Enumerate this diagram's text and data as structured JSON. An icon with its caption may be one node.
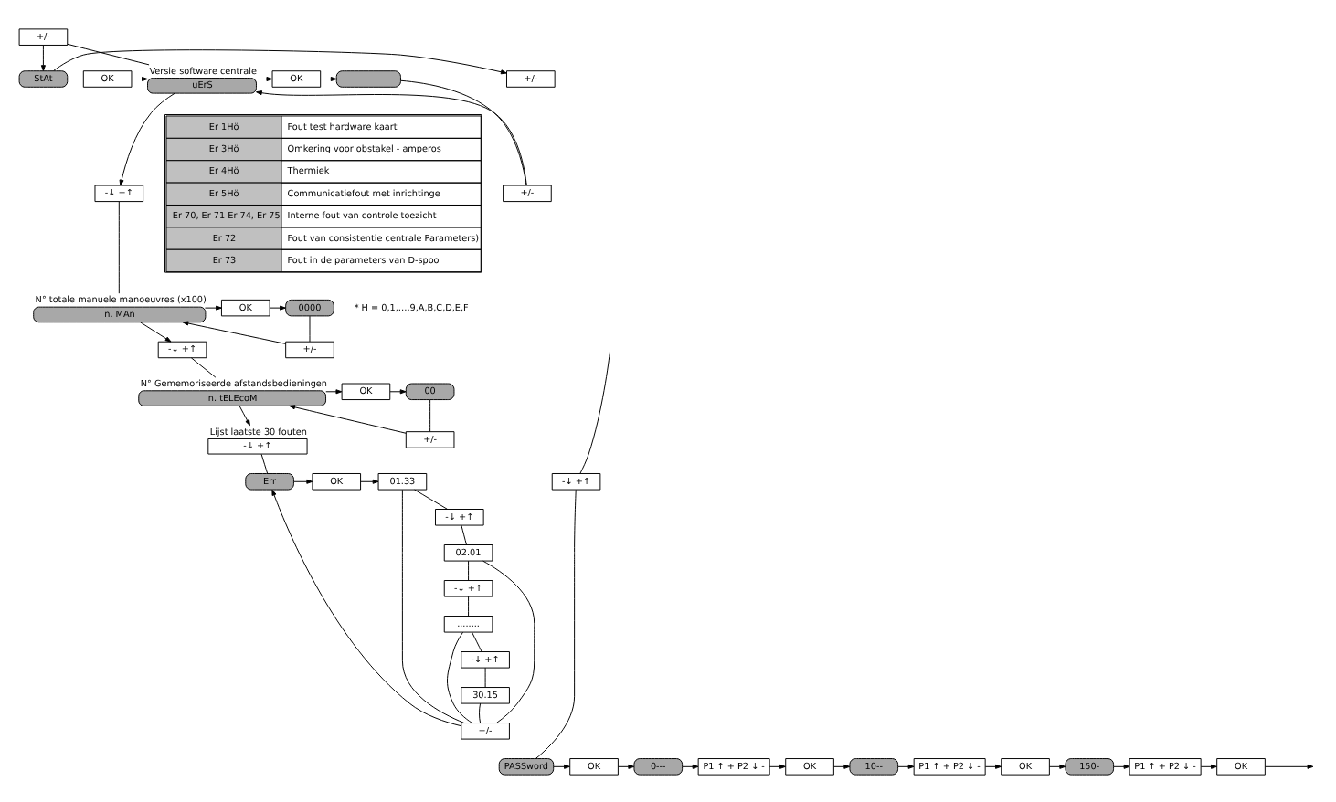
{
  "diagram": {
    "nodes": [
      {
        "text": [
          "+/-"
        ]
      },
      {
        "text": [
          "StAt"
        ]
      },
      {
        "text": [
          "+/-"
        ]
      },
      {
        "text": [
          "OK"
        ]
      },
      {
        "text": [
          "uErS"
        ],
        "beside": [
          "Versie software centrale"
        ]
      },
      {
        "text": [
          "OK"
        ]
      },
      {
        "text": [],
        "shape": "box"
      },
      {
        "text": [
          "+/-"
        ]
      },
      {
        "text": [
          "-↓ +↑"
        ]
      },
      {
        "text": [
          "n. MAn"
        ],
        "beside": [
          "N° totale manuele manoeuvres (x100)"
        ]
      },
      {
        "text": [
          "OK"
        ]
      },
      {
        "text": [
          "0000"
        ]
      },
      {
        "text": [
          "+/-"
        ]
      },
      {
        "text": [
          "-↓ +↑"
        ]
      },
      {
        "text": [
          "n. tELEcoM"
        ],
        "beside": [
          "N° Gememoriseerde afstandsbedieningen"
        ]
      },
      {
        "text": [
          "OK"
        ]
      },
      {
        "text": [
          "00"
        ]
      },
      {
        "text": [
          "+/-"
        ]
      },
      {
        "text": [
          "-↓ +↑"
        ],
        "beside": [
          "Lijst laatste 30 fouten"
        ]
      },
      {
        "text": [
          "Err"
        ]
      },
      {
        "text": [
          "OK"
        ]
      },
      {
        "text": [
          "01.33"
        ]
      },
      {
        "text": [
          "-↓ +↑"
        ]
      },
      {
        "text": [
          "02.01"
        ]
      },
      {
        "text": [
          "-↓ +↑"
        ]
      },
      {
        "text": [
          "........"
        ]
      },
      {
        "text": [
          "-↓ +↑"
        ]
      },
      {
        "text": [
          "30.15"
        ]
      },
      {
        "text": [
          "+/-"
        ]
      },
      {
        "text": [
          "-↓ +↑"
        ]
      },
      {
        "text": [
          "PASSword"
        ]
      },
      {
        "text": [
          "OK"
        ]
      },
      {
        "text": [
          "0---"
        ]
      },
      {
        "text": [
          "P1 ↑ + P2 ↓ -"
        ]
      },
      {
        "text": [
          "OK"
        ]
      },
      {
        "text": [
          "10--"
        ]
      },
      {
        "text": [
          "P1 ↑ + P2 ↓ -"
        ]
      },
      {
        "text": [
          "OK"
        ]
      },
      {
        "text": [
          "150-"
        ]
      },
      {
        "text": [
          "P1 ↑ + P2 ↓ -"
        ]
      },
      {
        "text": [
          "OK"
        ]
      }
    ],
    "edges": [
      {
        "from": 4,
        "to": 0,
        "arrow": "none"
      },
      {
        "from": 0,
        "to": 1,
        "arrow": "to"
      },
      {
        "from": 1,
        "to": 2,
        "arrow": "to"
      },
      {
        "from": 1,
        "to": 3,
        "arrow": "none"
      },
      {
        "from": 3,
        "to": 4,
        "arrow": "to"
      },
      {
        "from": 4,
        "to": 5,
        "arrow": "to"
      },
      {
        "from": 5,
        "to": 6,
        "arrow": "to"
      },
      {
        "from": 6,
        "to": 7,
        "arrow": "none"
      },
      {
        "from": 7,
        "to": 4,
        "arrow": "to"
      },
      {
        "from": 4,
        "to": 8,
        "arrow": "to"
      },
      {
        "from": 8,
        "to": 9,
        "arrow": "none"
      },
      {
        "from": 9,
        "to": 10,
        "arrow": "to"
      },
      {
        "from": 10,
        "to": 11,
        "arrow": "to"
      },
      {
        "from": 11,
        "to": 12,
        "arrow": "none"
      },
      {
        "from": 12,
        "to": 9,
        "arrow": "to"
      },
      {
        "from": 9,
        "to": 13,
        "arrow": "to"
      },
      {
        "from": 13,
        "to": 14,
        "arrow": "none"
      },
      {
        "from": 14,
        "to": 15,
        "arrow": "to"
      },
      {
        "from": 15,
        "to": 16,
        "arrow": "to"
      },
      {
        "from": 16,
        "to": 17,
        "arrow": "none"
      },
      {
        "from": 17,
        "to": 14,
        "arrow": "to"
      },
      {
        "from": 14,
        "to": 18,
        "arrow": "to"
      },
      {
        "from": 18,
        "to": 19,
        "arrow": "none"
      },
      {
        "from": 19,
        "to": 20,
        "arrow": "to"
      },
      {
        "from": 20,
        "to": 21,
        "arrow": "to"
      },
      {
        "from": 21,
        "to": 22,
        "arrow": "none"
      },
      {
        "from": 22,
        "to": 23,
        "arrow": "none"
      },
      {
        "from": 23,
        "to": 24,
        "arrow": "none"
      },
      {
        "from": 24,
        "to": 25,
        "arrow": "none"
      },
      {
        "from": 25,
        "to": 26,
        "arrow": "none"
      },
      {
        "from": 26,
        "to": 27,
        "arrow": "none"
      },
      {
        "from": 21,
        "to": 28,
        "arrow": "none"
      },
      {
        "from": 23,
        "to": 28,
        "arrow": "none"
      },
      {
        "from": 25,
        "to": 28,
        "arrow": "none"
      },
      {
        "from": 27,
        "to": 28,
        "arrow": "none"
      },
      {
        "from": 28,
        "to": 19,
        "arrow": "to"
      },
      {
        "from": null,
        "to": 29,
        "arrow": "none"
      },
      {
        "from": 29,
        "to": 30,
        "arrow": "none"
      },
      {
        "from": 30,
        "to": 31,
        "arrow": "to"
      },
      {
        "from": 31,
        "to": 32,
        "arrow": "to"
      },
      {
        "from": 32,
        "to": 33,
        "arrow": "to"
      },
      {
        "from": 33,
        "to": 34,
        "arrow": "to"
      },
      {
        "from": 34,
        "to": 35,
        "arrow": "to"
      },
      {
        "from": 35,
        "to": 36,
        "arrow": "to"
      },
      {
        "from": 36,
        "to": 37,
        "arrow": "to"
      },
      {
        "from": 37,
        "to": 38,
        "arrow": "to"
      },
      {
        "from": 38,
        "to": 39,
        "arrow": "to"
      },
      {
        "from": 39,
        "to": 40,
        "arrow": "to"
      },
      {
        "from": 40,
        "to": null,
        "arrow": "to"
      }
    ],
    "labels": [
      "Er 1Hö",
      "Fout test hardware kaart",
      "Er 3Hö",
      "Omkering voor obstakel - amperos",
      "Er 4Hö",
      "Thermiek",
      "Er 5Hö",
      "Communicatiefout met inrichtinge",
      "Er 70, Er 71 Er 74, Er 75",
      "Interne fout van controle toezicht",
      "Er 72",
      "Fout van consistentie centrale Parameters)",
      "Er 73",
      "Fout in de parameters van D-spoo",
      "* H = 0,1,…,9,A,B,C,D,E,F"
    ]
  }
}
